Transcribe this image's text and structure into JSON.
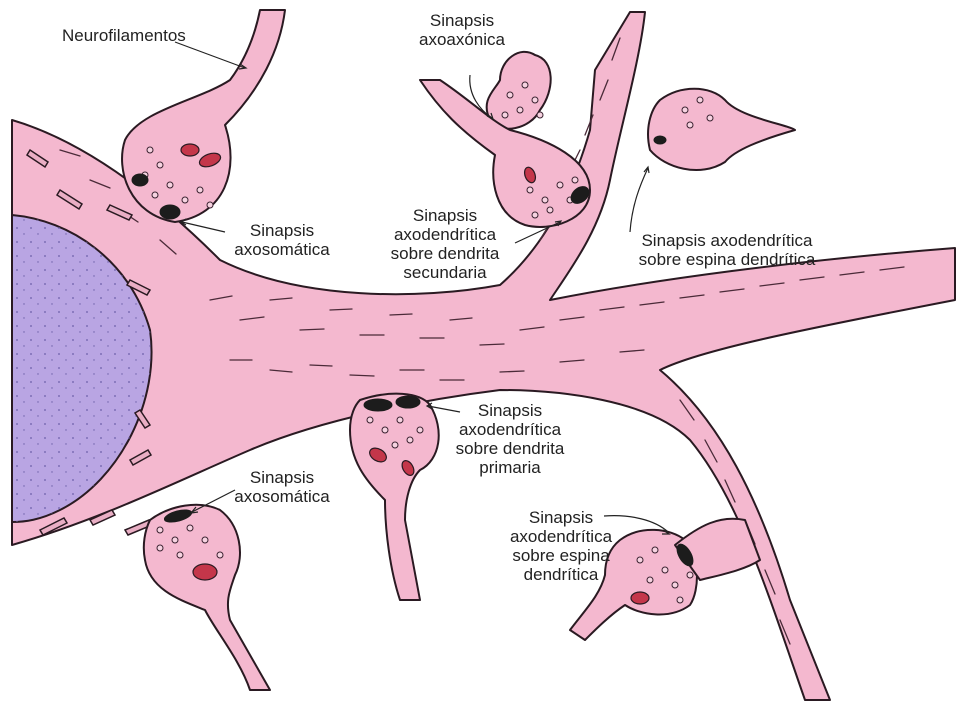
{
  "labels": {
    "neurofilamentos": "Neurofilamentos",
    "axoaxonica": "Sinapsis\naxoaxónica",
    "axosomatica_top": "Sinapsis\naxosomática",
    "axodendritica_secundaria": "Sinapsis\naxodendrítica\nsobre dendrita\nsecundaria",
    "axodendritica_espina_top": "Sinapsis axodendrítica\nsobre espina dendrítica",
    "axodendritica_primaria": "Sinapsis\naxodendrítica\nsobre dendrita\nprimaria",
    "axosomatica_bottom": "Sinapsis\naxosomática",
    "axodendritica_espina_bottom": "Sinapsis\naxodendrítica\nsobre espina\ndendrítica"
  },
  "colors": {
    "cytoplasm": "#f4b8cf",
    "outline": "#2a1a22",
    "nucleus": "#b9a5e3",
    "mitochondria": "#c4364a",
    "synapse": "#1c1c1c"
  }
}
